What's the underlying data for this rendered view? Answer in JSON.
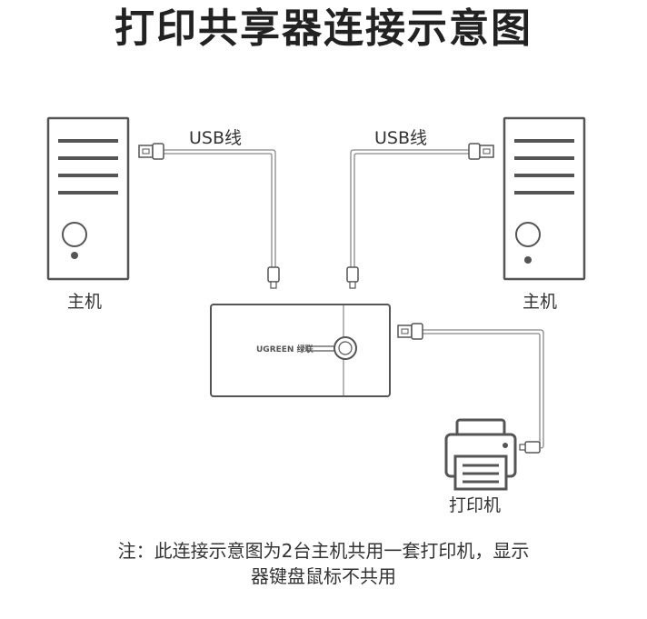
{
  "title": "打印共享器连接示意图",
  "cable_left_label": "USB线",
  "cable_right_label": "USB线",
  "host_left_label": "主机",
  "host_right_label": "主机",
  "printer_label": "打印机",
  "switch_brand": "UGREEN 绿联",
  "note_line1": "注：此连接示意图为2台主机共用一套打印机，显示",
  "note_line2": "器键盘鼠标不共用",
  "icons": {
    "host_left": "computer-tower-icon",
    "host_right": "computer-tower-icon",
    "switch": "printer-sharing-switch-icon",
    "printer": "printer-icon",
    "connectors": "usb-plug-icon"
  }
}
